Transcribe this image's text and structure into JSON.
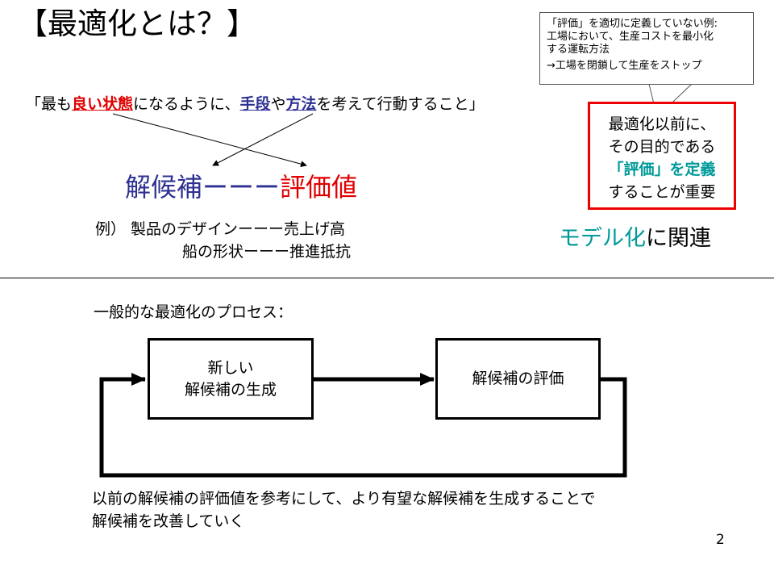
{
  "title": "【最適化とは？】",
  "definition": {
    "open": "「最も",
    "kw1": "良い状態",
    "mid1": "になるように、",
    "kw2": "手段",
    "mid2": "や",
    "kw3": "方法",
    "close": "を考えて行動すること」"
  },
  "solution_row": {
    "left": "解候補",
    "dashes": "ーーー",
    "right": "評価値"
  },
  "examples": [
    "例） 製品のデザインーーー売上げ高",
    "船の形状ーーー推進抵抗"
  ],
  "callout": {
    "lines": [
      "「評価」を適切に定義していない例:",
      "工場において、生産コストを最小化",
      "する運転方法"
    ],
    "arrow_line": "→工場を閉鎖して生産をストップ"
  },
  "red_box": {
    "line1": "最適化以前に、",
    "line2": "その目的である",
    "line3": "「評価」を定義",
    "line4": "することが重要"
  },
  "model_line": {
    "teal": "モデル化",
    "rest": "に関連"
  },
  "process_title": "一般的な最適化のプロセス：",
  "flow": {
    "box1_line1": "新しい",
    "box1_line2": "解候補の生成",
    "box2": "解候補の評価"
  },
  "bottom_text": {
    "line1": "以前の解候補の評価値を参考にして、より有望な解候補を生成することで",
    "line2": "解候補を改善していく"
  },
  "page_number": "2",
  "colors": {
    "red": "#e00000",
    "blue": "#2e3192",
    "teal": "#009999"
  }
}
